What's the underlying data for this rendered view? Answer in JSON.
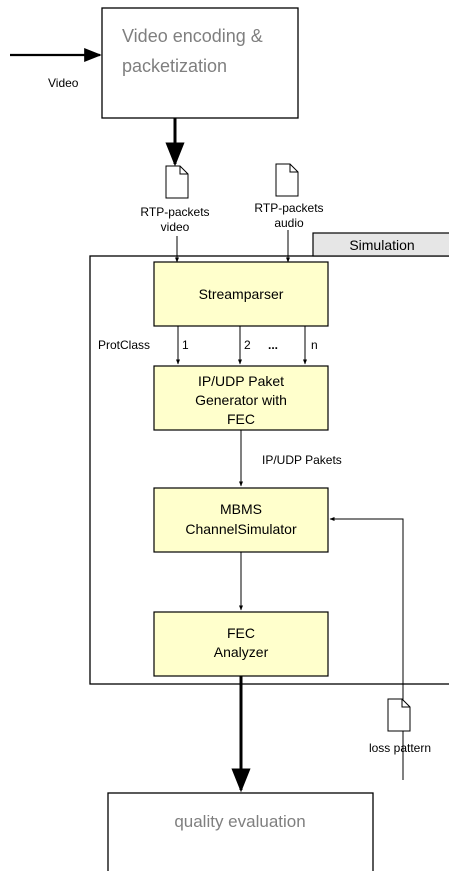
{
  "encoder": {
    "line1": "Video encoding &",
    "line2": "packetization"
  },
  "video_input_label": "Video",
  "rtp_video": {
    "line1": "RTP-packets",
    "line2": "video"
  },
  "rtp_audio": {
    "line1": "RTP-packets",
    "line2": "audio"
  },
  "simulation_tab": "Simulation",
  "streamparser": "Streamparser",
  "protclass_label": "ProtClass",
  "class_1": "1",
  "class_2": "2",
  "class_dots": "...",
  "class_n": "n",
  "generator": {
    "line1": "IP/UDP Paket",
    "line2": "Generator with",
    "line3": "FEC"
  },
  "ipudp_label": "IP/UDP Pakets",
  "channel_sim": {
    "line1": "MBMS",
    "line2": "ChannelSimulator"
  },
  "fec_analyzer": {
    "line1": "FEC",
    "line2": "Analyzer"
  },
  "loss_pattern": "loss pattern",
  "quality": "quality evaluation",
  "colors": {
    "block_fill": "#ffffcc",
    "tab_fill": "#e6e6e6",
    "label_gray": "#7f7f7f"
  }
}
